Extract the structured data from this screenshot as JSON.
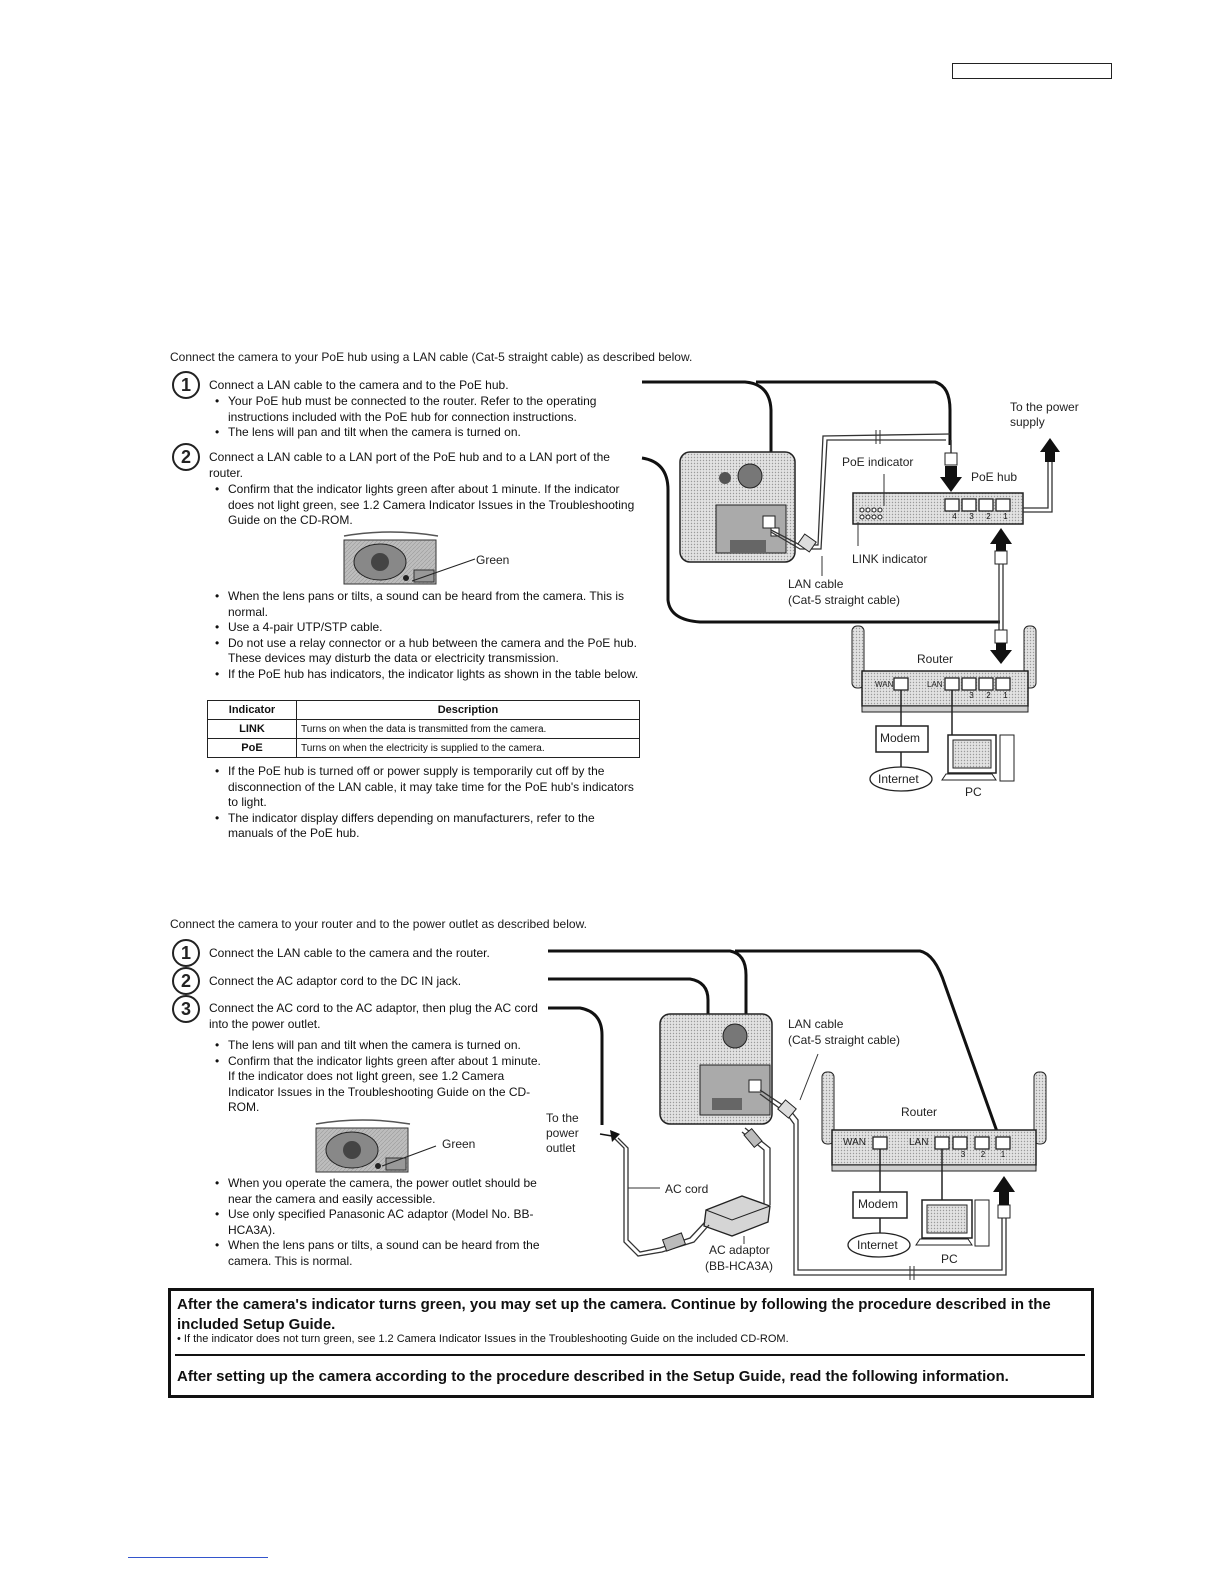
{
  "header": {
    "box_text": ""
  },
  "poe": {
    "intro": "Connect the camera to your PoE hub using a LAN cable (Cat-5 straight cable) as described below.",
    "steps": [
      {
        "num": "1",
        "text": "Connect a LAN cable to the camera and to the PoE hub."
      },
      {
        "num": "2",
        "text": "Connect a LAN cable to a LAN port of the PoE hub and to a LAN port of the router."
      }
    ],
    "step1_bullets": [
      "Your PoE hub must be connected to the router. Refer to the operating instructions included with the PoE hub for connection instructions.",
      "The lens will pan and tilt when the camera is turned on."
    ],
    "step2_bullets_a": [
      "Confirm that the indicator lights green after about 1 minute. If the indicator does not light green, see 1.2 Camera Indicator Issues in the Troubleshooting Guide on the CD-ROM."
    ],
    "green_label": "Green",
    "step2_bullets_b": [
      "When the lens pans or tilts, a sound can be heard from the camera. This is normal.",
      "Use a 4-pair UTP/STP cable.",
      "Do not use a relay connector or a hub between the camera and the PoE hub. These devices may disturb the data or electricity transmission.",
      "If the PoE hub has indicators, the indicator lights as shown in the table below."
    ],
    "table": {
      "headers": [
        "Indicator",
        "Description"
      ],
      "rows": [
        [
          "LINK",
          "Turns on when the data is transmitted from the camera."
        ],
        [
          "PoE",
          "Turns on when the electricity is supplied to the camera."
        ]
      ]
    },
    "step2_bullets_c": [
      "If the PoE hub is turned off or power supply is temporarily cut off by the disconnection of the LAN cable, it may take time for the PoE hub's indicators to light.",
      "The indicator display differs depending on manufacturers, refer to the manuals of the PoE hub."
    ],
    "diagram": {
      "to_power_supply": "To the power supply",
      "poe_indicator": "PoE indicator",
      "poe_hub": "PoE hub",
      "link_indicator": "LINK indicator",
      "lan_cable": "LAN cable",
      "lan_cable_type": "(Cat-5 straight cable)",
      "router": "Router",
      "wan": "WAN",
      "lan": "LAN",
      "modem": "Modem",
      "internet": "Internet",
      "pc": "PC",
      "hub_ports": [
        "4",
        "3",
        "2",
        "1"
      ],
      "router_ports": [
        "3",
        "2",
        "1"
      ]
    }
  },
  "ac": {
    "intro": "Connect the camera to your router and to the power outlet as described below.",
    "steps": [
      {
        "num": "1",
        "text": "Connect the LAN cable to the camera and the router."
      },
      {
        "num": "2",
        "text": "Connect the AC adaptor cord to the DC IN jack."
      },
      {
        "num": "3",
        "text": "Connect the AC cord to the AC adaptor, then plug the AC cord into the power outlet."
      }
    ],
    "bullets_a": [
      "The lens will pan and tilt when the camera is turned on.",
      "Confirm that the indicator lights green after about 1 minute. If the indicator does not light green, see 1.2 Camera Indicator Issues in the Troubleshooting Guide on the CD-ROM."
    ],
    "green_label": "Green",
    "bullets_b": [
      "When you operate the camera, the power outlet should be near the camera and easily accessible.",
      "Use only specified Panasonic AC adaptor (Model No. BB-HCA3A).",
      "When the lens pans or tilts, a sound can be heard from the camera. This is normal."
    ],
    "diagram": {
      "to_power_outlet": "To the power outlet",
      "lan_cable": "LAN cable",
      "lan_cable_type": "(Cat-5 straight cable)",
      "router": "Router",
      "wan": "WAN",
      "lan": "LAN",
      "ac_cord": "AC cord",
      "ac_adaptor": "AC adaptor",
      "ac_adaptor_model": "(BB-HCA3A)",
      "modem": "Modem",
      "internet": "Internet",
      "pc": "PC",
      "router_ports": [
        "3",
        "2",
        "1"
      ]
    }
  },
  "callout": {
    "heading1": "After the camera's indicator turns green, you may set up the camera. Continue by following the procedure described in the included Setup Guide.",
    "note": "If the indicator does not turn green, see 1.2 Camera Indicator Issues in the Troubleshooting Guide on the included CD-ROM.",
    "heading2": "After setting up the camera according to the procedure described in the Setup Guide, read the following information."
  }
}
